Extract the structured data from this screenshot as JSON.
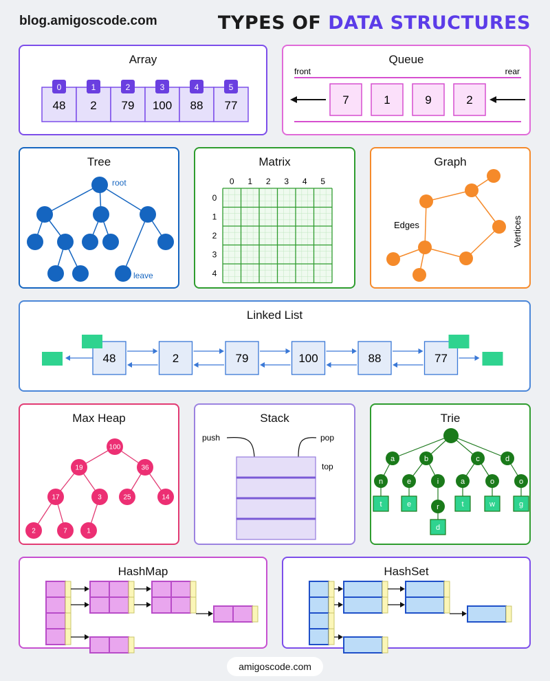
{
  "header": {
    "site": "blog.amigoscode.com",
    "title_part1": "TYPES OF",
    "title_part2": "DATA STRUCTURES"
  },
  "footer": {
    "site": "amigoscode.com"
  },
  "colors": {
    "purple": "#7c4dea",
    "magenta": "#e06ad8",
    "blue": "#1565c0",
    "green": "#2e9c2e",
    "orange": "#f58a2a",
    "pink": "#e23a73",
    "lavender": "#9b82e0"
  },
  "array": {
    "title": "Array",
    "indices": [
      "0",
      "1",
      "2",
      "3",
      "4",
      "5"
    ],
    "values": [
      "48",
      "2",
      "79",
      "100",
      "88",
      "77"
    ]
  },
  "queue": {
    "title": "Queue",
    "front_label": "front",
    "rear_label": "rear",
    "values": [
      "7",
      "1",
      "9",
      "2"
    ]
  },
  "tree": {
    "title": "Tree",
    "root_label": "root",
    "leave_label": "leave"
  },
  "matrix": {
    "title": "Matrix",
    "col_labels": [
      "0",
      "1",
      "2",
      "3",
      "4",
      "5"
    ],
    "row_labels": [
      "0",
      "1",
      "2",
      "3",
      "4"
    ]
  },
  "graph": {
    "title": "Graph",
    "edges_label": "Edges",
    "vertices_label": "Vertices"
  },
  "linked_list": {
    "title": "Linked List",
    "values": [
      "48",
      "2",
      "79",
      "100",
      "88",
      "77"
    ]
  },
  "max_heap": {
    "title": "Max Heap",
    "nodes": [
      "100",
      "19",
      "36",
      "17",
      "3",
      "25",
      "14",
      "2",
      "7",
      "1"
    ]
  },
  "stack": {
    "title": "Stack",
    "push_label": "push",
    "pop_label": "pop",
    "top_label": "top"
  },
  "trie": {
    "title": "Trie",
    "level1": [
      "a",
      "b",
      "c",
      "d"
    ],
    "level2": [
      "n",
      "e",
      "i",
      "a",
      "o",
      "o"
    ],
    "level3": [
      "t",
      "e",
      "r",
      "t",
      "w",
      "g"
    ],
    "level4": [
      "d"
    ]
  },
  "hashmap": {
    "title": "HashMap"
  },
  "hashset": {
    "title": "HashSet"
  }
}
